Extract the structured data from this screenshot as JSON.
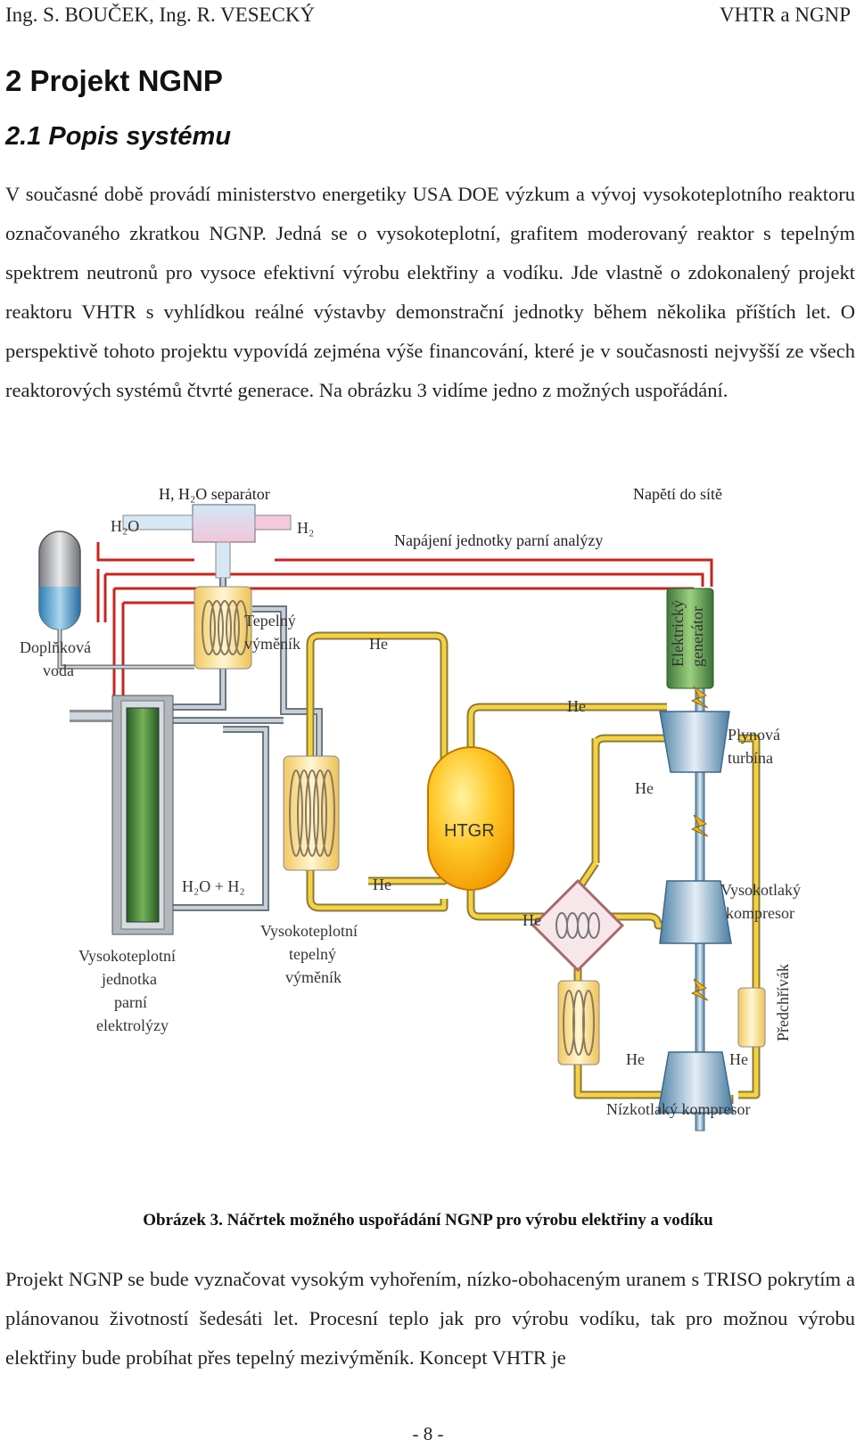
{
  "header": {
    "authors": "Ing. S. BOUČEK, Ing. R. VESECKÝ",
    "title": "VHTR a NGNP"
  },
  "section": {
    "heading": "2   Projekt NGNP",
    "subheading": "2.1  Popis systému"
  },
  "paragraphs": {
    "intro": "V současné době provádí ministerstvo energetiky USA DOE výzkum a vývoj vysokoteplotního reaktoru označovaného zkratkou NGNP. Jedná se o vysokoteplotní, grafitem moderovaný reaktor s tepelným spektrem neutronů pro vysoce efektivní výrobu elektřiny a vodíku. Jde vlastně o zdokonalený projekt reaktoru VHTR s vyhlídkou reálné výstavby demonstrační jednotky během několika příštích let. O perspektivě tohoto projektu vypovídá zejména výše financování, které je v současnosti nejvyšší ze všech reaktorových systémů čtvrté generace. Na obrázku 3 vidíme jedno z možných uspořádání.",
    "after_figure": "Projekt NGNP se bude vyznačovat vysokým vyhořením, nízko-obohaceným uranem s TRISO pokrytím a plánovanou životností šedesáti let. Procesní teplo jak pro výrobu vodíku, tak pro možnou výrobu elektřiny bude probíhat přes tepelný mezivýměník. Koncept VHTR je"
  },
  "figure": {
    "labels": {
      "separator": "H, H₂O separátor",
      "h2o": "H₂O",
      "h2": "H₂",
      "grid": "Napětí do sítě",
      "steam_power": "Napájení jednotky parní analýzy",
      "makeup_water_1": "Doplňková",
      "makeup_water_2": "voda",
      "hx_1": "Tepelný",
      "hx_2": "výměník",
      "he": "He",
      "generator_1": "Elektrický",
      "generator_2": "generátor",
      "turbine_1": "Plynová",
      "turbine_2": "turbína",
      "htgr": "HTGR",
      "h2o_h2": "H₂O + H₂",
      "hp_comp_1": "Vysokotlaký",
      "hp_comp_2": "kompresor",
      "ht_hx_1": "Vysokoteplotní",
      "ht_hx_2": "tepelný",
      "ht_hx_3": "výměník",
      "electrolysis_1": "Vysokoteplotní",
      "electrolysis_2": "jednotka",
      "electrolysis_3": "parní",
      "electrolysis_4": "elektrolýzy",
      "precooler": "Předchřívák",
      "lp_comp": "Nízkotlaký kompresor"
    },
    "caption": "Obrázek 3. Náčrtek možného uspořádání NGNP pro výrobu elektřiny a vodíku"
  },
  "footer": {
    "page": "- 8 -"
  }
}
